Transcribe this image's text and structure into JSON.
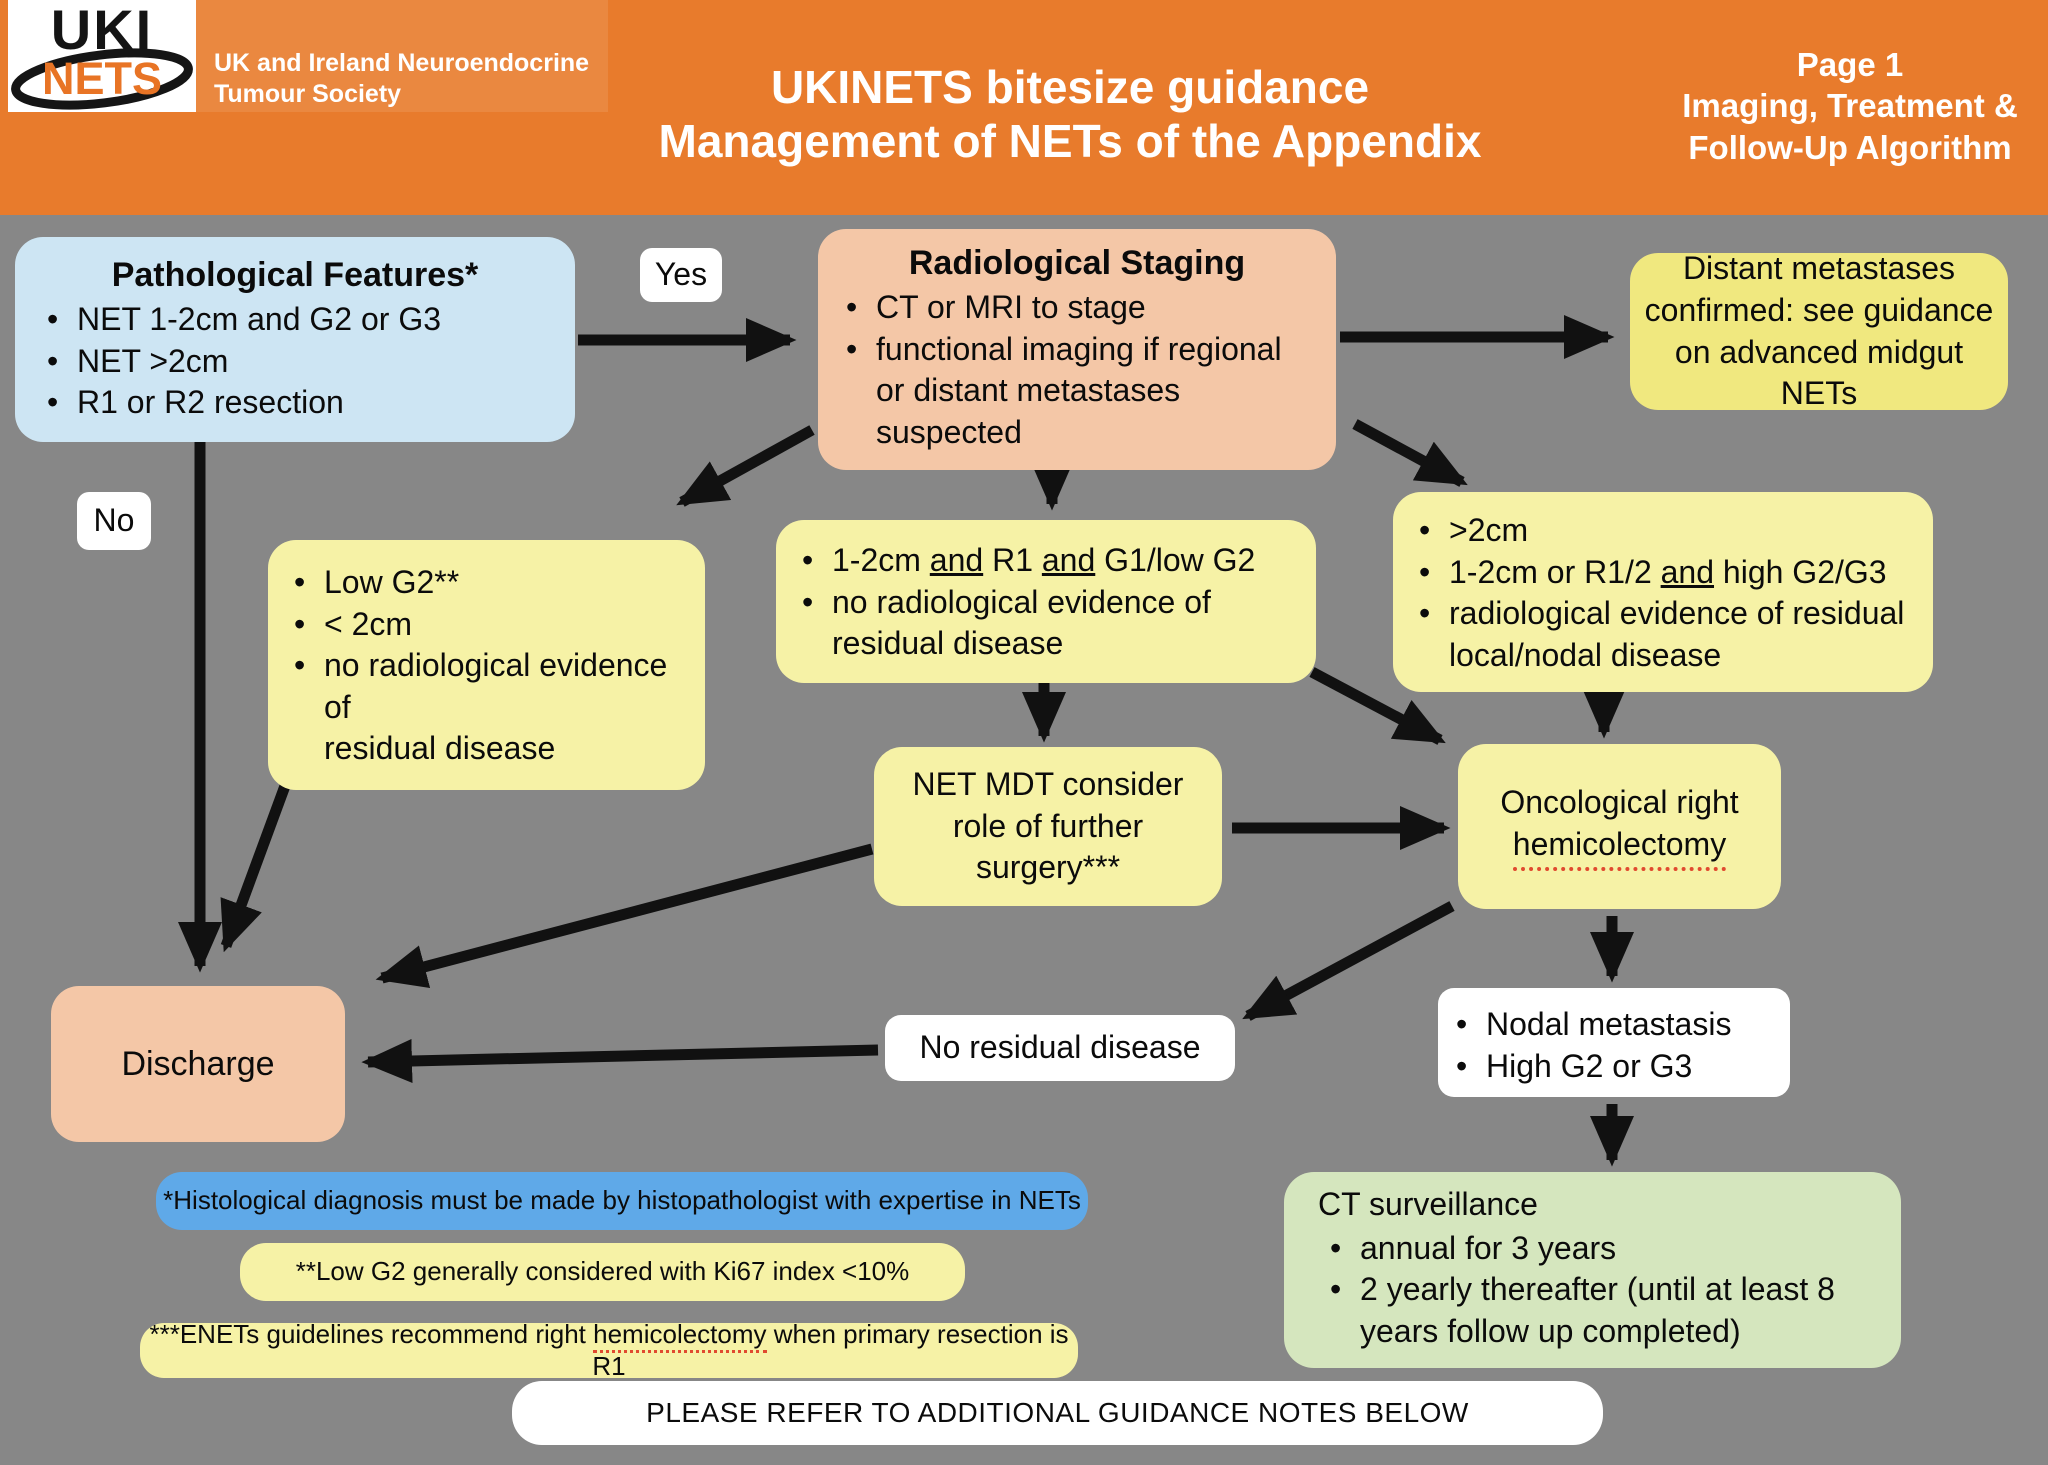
{
  "header": {
    "logo": {
      "line1": "UKI",
      "line2": "NETS"
    },
    "society_name": "UK and Ireland Neuroendocrine\nTumour Society",
    "title_line1": "UKINETS bitesize guidance",
    "title_line2": "Management of NETs of the Appendix",
    "page_info_line1": "Page 1",
    "page_info_line2": "Imaging, Treatment &",
    "page_info_line3": "Follow-Up Algorithm"
  },
  "labels": {
    "yes": "Yes",
    "no": "No"
  },
  "nodes": {
    "pathological": {
      "title": "Pathological Features*",
      "bullets": [
        "NET 1-2cm and G2 or G3",
        "NET >2cm",
        "R1 or R2 resection"
      ]
    },
    "radiological": {
      "title": "Radiological Staging",
      "bullet1": "CT or MRI to stage",
      "bullet2": "functional imaging if regional\nor distant metastases\nsuspected"
    },
    "distant": {
      "text": "Distant metastases\nconfirmed: see guidance\non advanced midgut\nNETs"
    },
    "low_g2": {
      "bullet1": "Low G2**",
      "bullet2": "< 2cm",
      "bullet3": "no radiological evidence of\nresidual disease"
    },
    "criteria_mid": {
      "b1": {
        "s1": "1-2cm ",
        "s2": "and",
        "s3": " R1 ",
        "s4": "and",
        "s5": " G1/low G2"
      },
      "b2": "no radiological evidence of\nresidual disease"
    },
    "criteria_high": {
      "b1": ">2cm",
      "b2": {
        "s1": "1-2cm or R1/2 ",
        "s2": "and",
        "s3": " high G2/G3"
      },
      "b3": "radiological evidence of residual\nlocal/nodal disease"
    },
    "net_mdt": {
      "text": "NET MDT consider\nrole of further\nsurgery***"
    },
    "oncological": {
      "line1": "Oncological right",
      "line2": "hemicolectomy"
    },
    "discharge": {
      "text": "Discharge"
    },
    "no_residual": {
      "text": "No residual disease"
    },
    "nodal": {
      "bullets": [
        "Nodal metastasis",
        "High G2 or G3"
      ]
    },
    "ct_surveillance": {
      "title": "CT surveillance",
      "bullet1": "annual for 3 years",
      "bullet2": "2 yearly thereafter (until at least 8\nyears follow up completed)"
    }
  },
  "notes": {
    "histology": "*Histological diagnosis must be made by histopathologist with expertise in NETs",
    "low_g2": "**Low G2 generally considered with Ki67 index <10%",
    "enets": {
      "s1": "***ENETs guidelines recommend right ",
      "s2": "hemicolectomy",
      "s3": " when primary resection is R1"
    }
  },
  "footer": {
    "text": "PLEASE REFER TO ADDITIONAL GUIDANCE NOTES BELOW"
  },
  "colors": {
    "background": "#878787",
    "header_orange": "#E87B2C",
    "header_band": "#EA8840",
    "logo_orange": "#E87425",
    "light_blue_box": "#CDE5F3",
    "salmon_box": "#F4C7A7",
    "pale_yellow_box": "#F6F2A6",
    "deep_yellow_box": "#F0E87F",
    "green_box": "#D5E6BE",
    "note_blue": "#5FA9E8",
    "arrow_black": "#111111",
    "squiggle_red": "#E04A2F"
  }
}
